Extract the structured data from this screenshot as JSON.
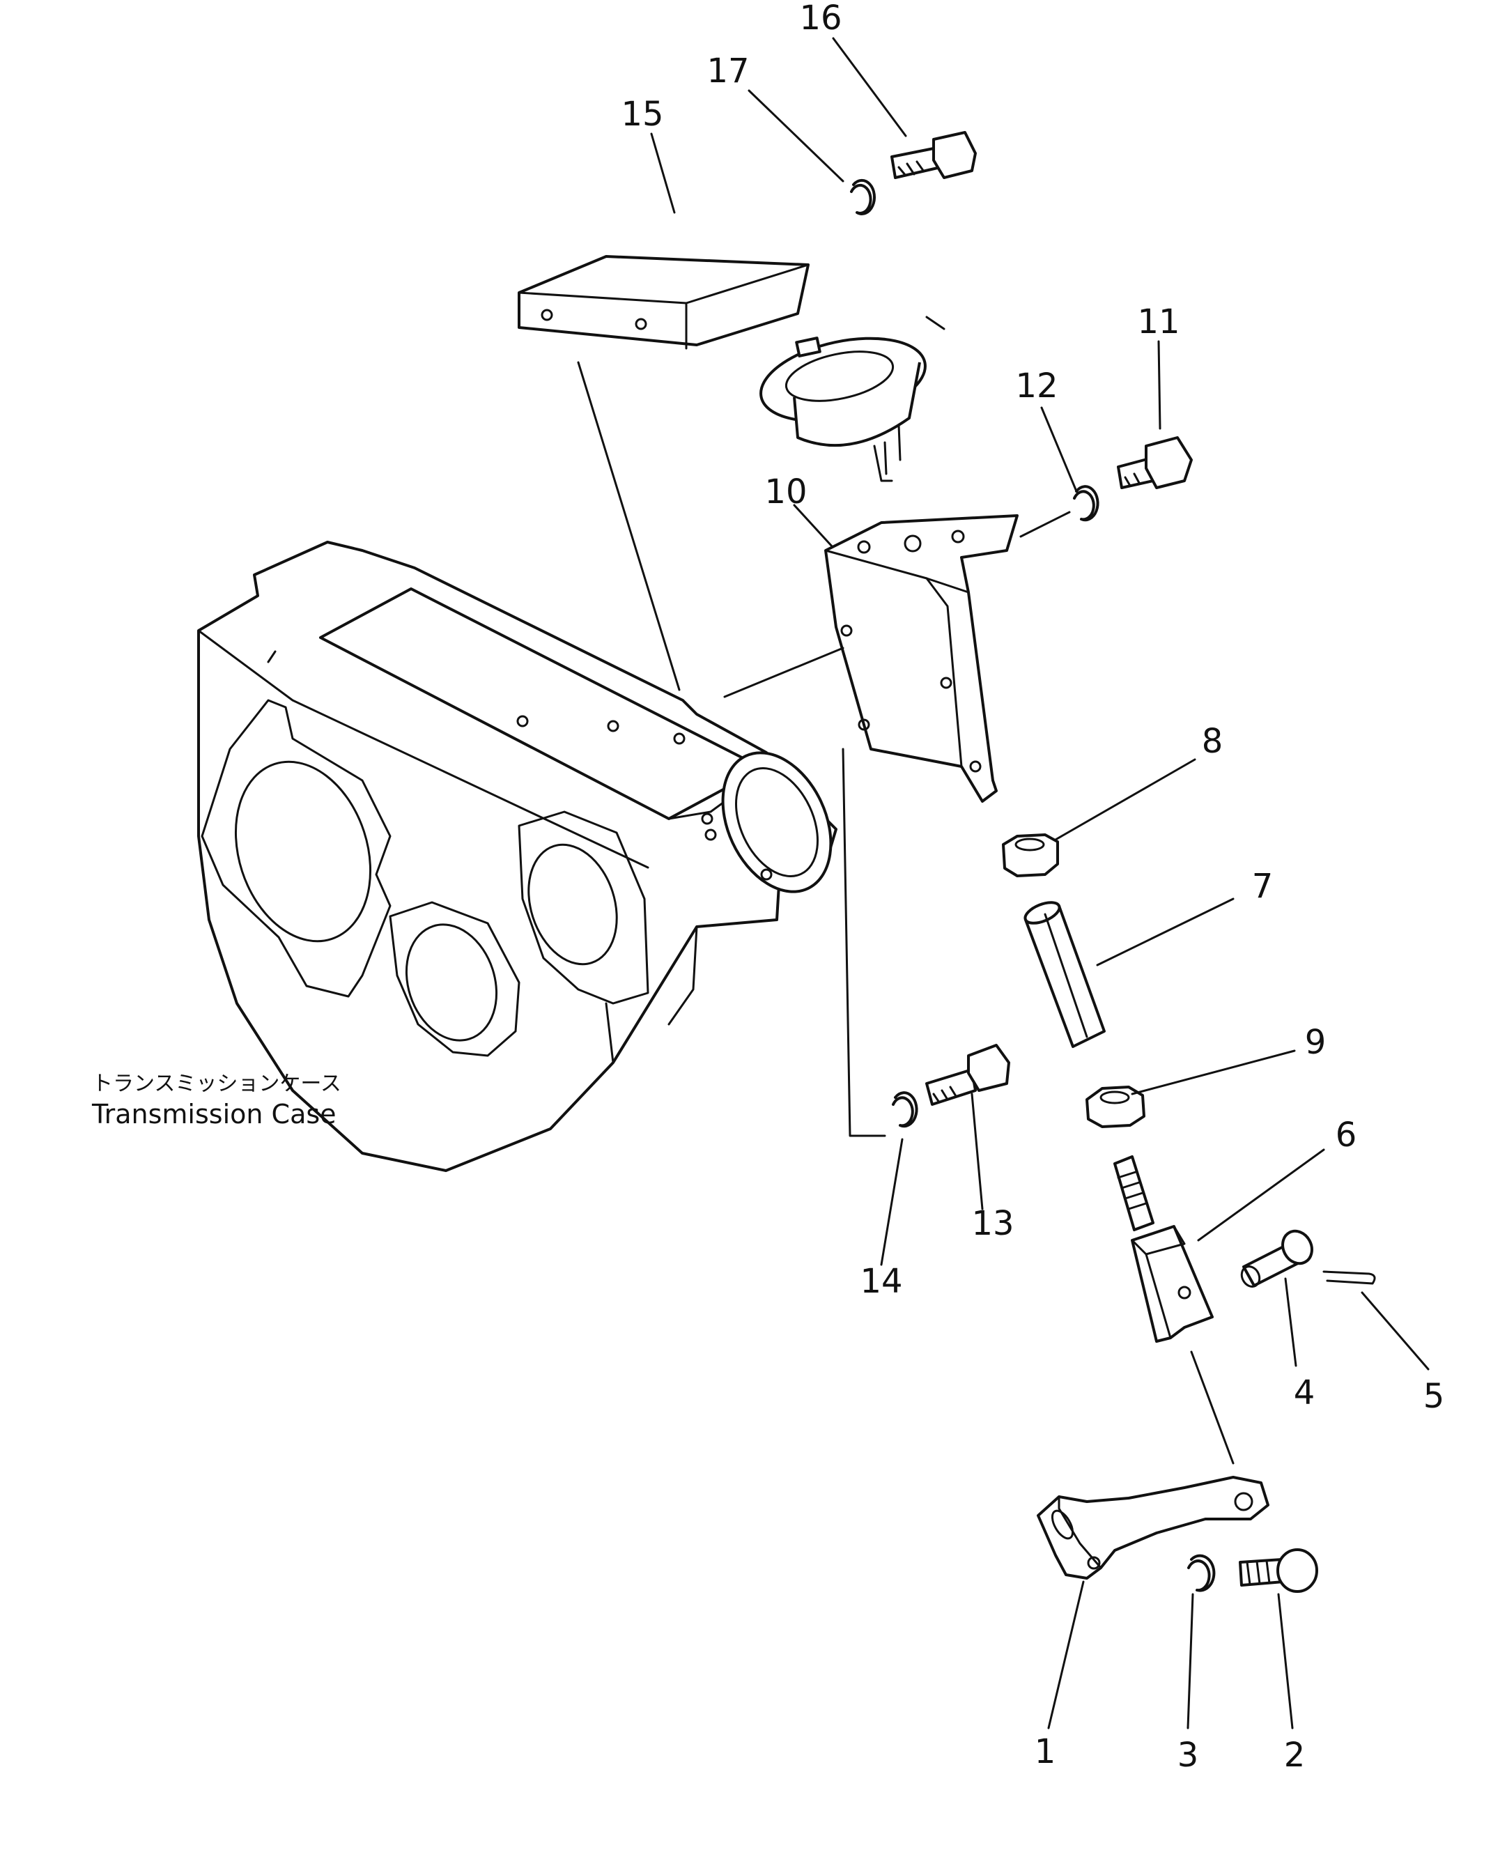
{
  "caption": {
    "japanese": "トランスミッションケース",
    "english": "Transmission Case"
  },
  "callouts": {
    "c1": "1",
    "c2": "2",
    "c3": "3",
    "c4": "4",
    "c5": "5",
    "c6": "6",
    "c7": "7",
    "c8": "8",
    "c9": "9",
    "c10": "10",
    "c11": "11",
    "c12": "12",
    "c13": "13",
    "c14": "14",
    "c15": "15",
    "c16": "16",
    "c17": "17"
  }
}
